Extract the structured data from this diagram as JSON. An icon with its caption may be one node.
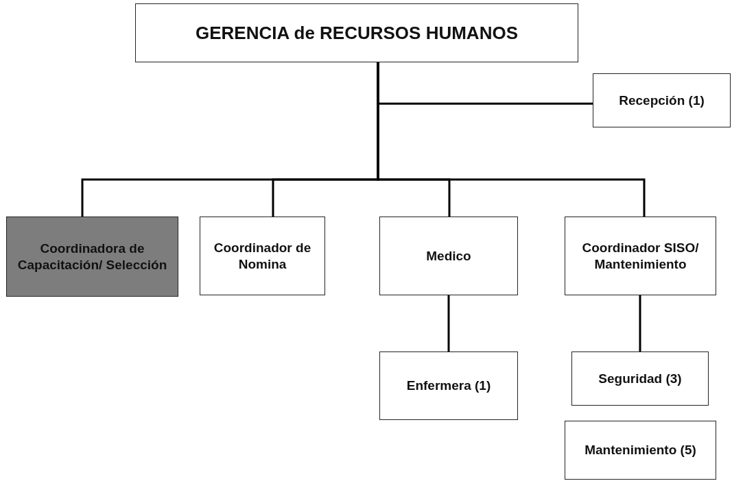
{
  "diagram": {
    "nodes": [
      {
        "text": [
          "GERENCIA de RECURSOS HUMANOS"
        ]
      },
      {
        "text": [
          "Recepción (1)"
        ]
      },
      {
        "text": [
          "Coordinadora de Capacitación/ Selección"
        ]
      },
      {
        "text": [
          "Coordinador de Nomina"
        ]
      },
      {
        "text": [
          "Medico"
        ]
      },
      {
        "text": [
          "Coordinador SISO/ Mantenimiento"
        ]
      },
      {
        "text": [
          "Enfermera (1)"
        ]
      },
      {
        "text": [
          "Seguridad (3)"
        ]
      },
      {
        "text": [
          "Mantenimiento (5)"
        ]
      }
    ],
    "edges": [
      {
        "from": 0,
        "to": 1,
        "arrow": "none"
      },
      {
        "from": 0,
        "to": 2,
        "arrow": "none"
      },
      {
        "from": 0,
        "to": 3,
        "arrow": "none"
      },
      {
        "from": 0,
        "to": 4,
        "arrow": "none"
      },
      {
        "from": 0,
        "to": 5,
        "arrow": "none"
      },
      {
        "from": 4,
        "to": 6,
        "arrow": "none"
      },
      {
        "from": 5,
        "to": 7,
        "arrow": "none"
      }
    ]
  }
}
